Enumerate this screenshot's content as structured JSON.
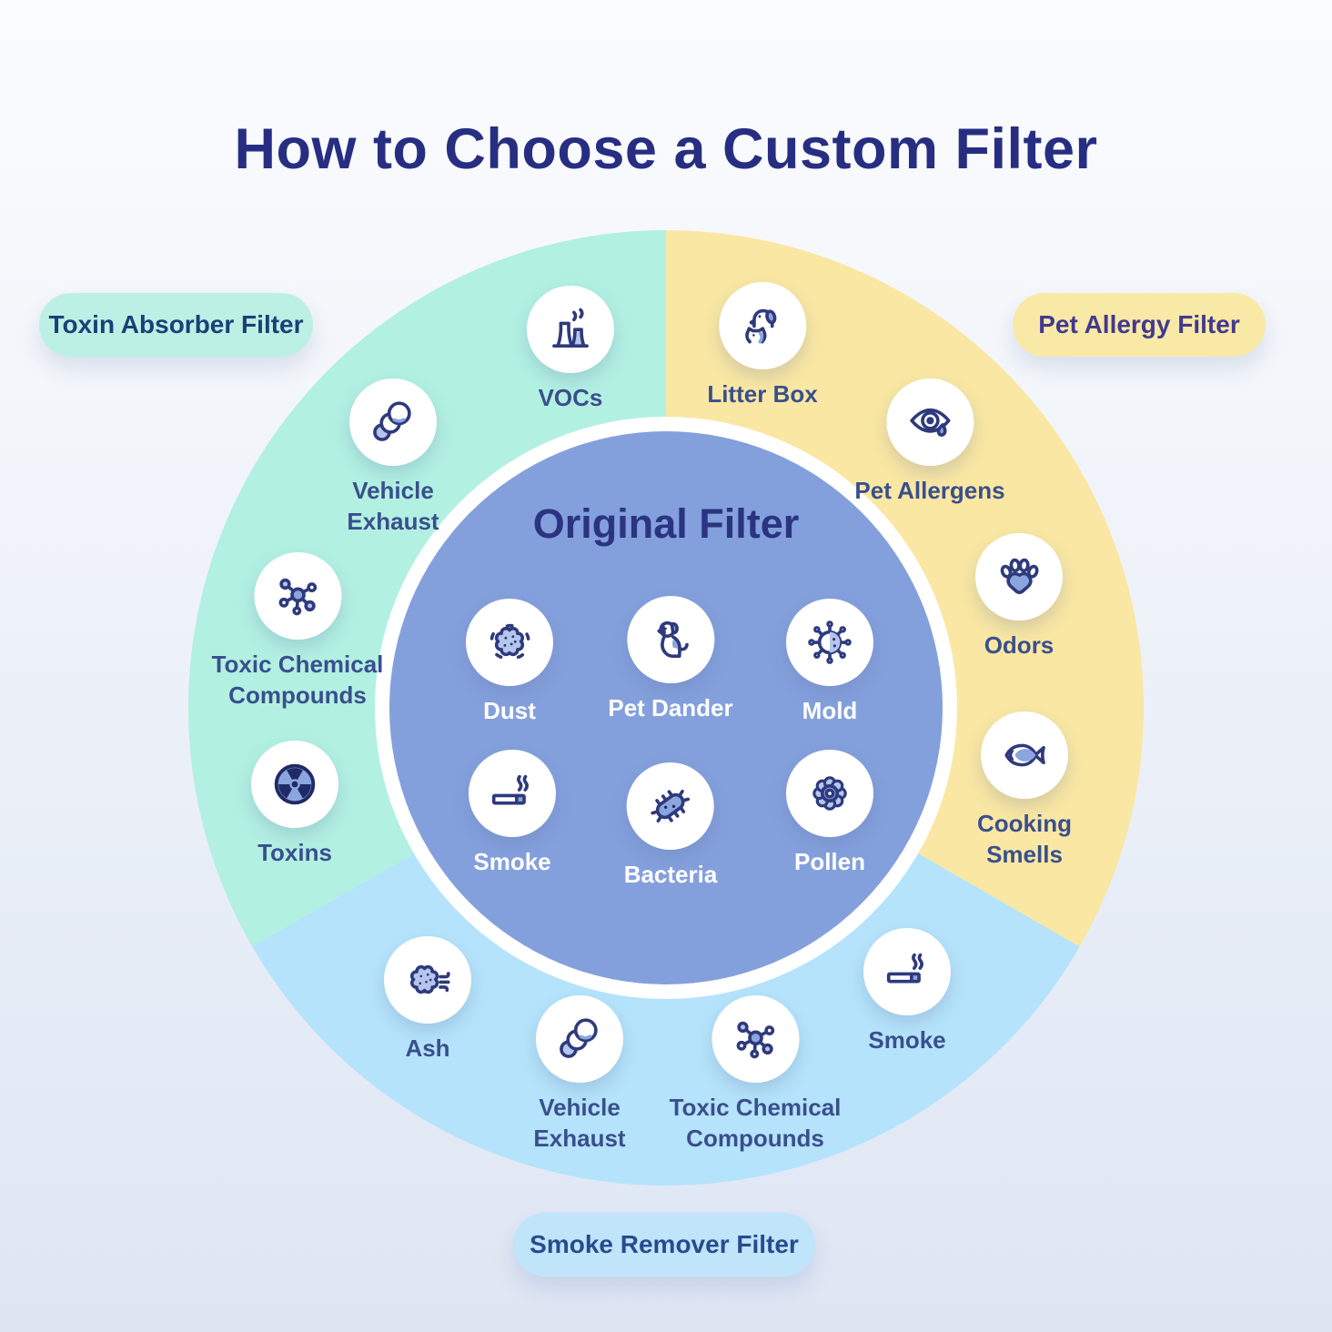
{
  "page": {
    "title": "How to Choose a Custom Filter"
  },
  "colors": {
    "title": "#272e82",
    "outer_label": "#3a4f8d",
    "center_label": "#ffffff",
    "icon_stroke": "#2e3a7c",
    "icon_accent": "#8ba6de"
  },
  "pills": [
    {
      "id": "toxin-absorber",
      "label": "Toxin Absorber Filter",
      "bg": "#bdf0e4",
      "text": "#1d3f77"
    },
    {
      "id": "pet-allergy",
      "label": "Pet Allergy Filter",
      "bg": "#f8e9a6",
      "text": "#42398f"
    },
    {
      "id": "smoke-remover",
      "label": "Smoke Remover Filter",
      "bg": "#c0e5fb",
      "text": "#274b8e"
    }
  ],
  "ring": {
    "segments": [
      {
        "id": "toxin-absorber",
        "label": "Toxin Absorber Filter",
        "color": "#b2f0e2",
        "items": [
          {
            "label": "VOCs",
            "icon": "factory-icon"
          },
          {
            "label": "Vehicle Exhaust",
            "icon": "exhaust-icon"
          },
          {
            "label": "Toxic Chemical Compounds",
            "icon": "molecule-icon"
          },
          {
            "label": "Toxins",
            "icon": "radiation-icon"
          }
        ]
      },
      {
        "id": "pet-allergy",
        "label": "Pet Allergy Filter",
        "color": "#f9e7a3",
        "items": [
          {
            "label": "Litter Box",
            "icon": "pets-icon"
          },
          {
            "label": "Pet Allergens",
            "icon": "eye-tear-icon"
          },
          {
            "label": "Odors",
            "icon": "paw-icon"
          },
          {
            "label": "Cooking Smells",
            "icon": "fish-icon"
          }
        ]
      },
      {
        "id": "smoke-remover",
        "label": "Smoke Remover Filter",
        "color": "#b5e3fb",
        "items": [
          {
            "label": "Ash",
            "icon": "ash-cloud-icon"
          },
          {
            "label": "Vehicle Exhaust",
            "icon": "exhaust-icon"
          },
          {
            "label": "Toxic Chemical Compounds",
            "icon": "molecule-icon"
          },
          {
            "label": "Smoke",
            "icon": "cigarette-icon"
          }
        ]
      }
    ]
  },
  "center": {
    "title": "Original Filter",
    "color": "#84a0dc",
    "items": [
      {
        "label": "Dust",
        "icon": "dust-cloud-icon"
      },
      {
        "label": "Pet Dander",
        "icon": "dog-icon"
      },
      {
        "label": "Mold",
        "icon": "mold-icon"
      },
      {
        "label": "Smoke",
        "icon": "cigarette-icon"
      },
      {
        "label": "Bacteria",
        "icon": "bacteria-icon"
      },
      {
        "label": "Pollen",
        "icon": "pollen-icon"
      }
    ]
  }
}
